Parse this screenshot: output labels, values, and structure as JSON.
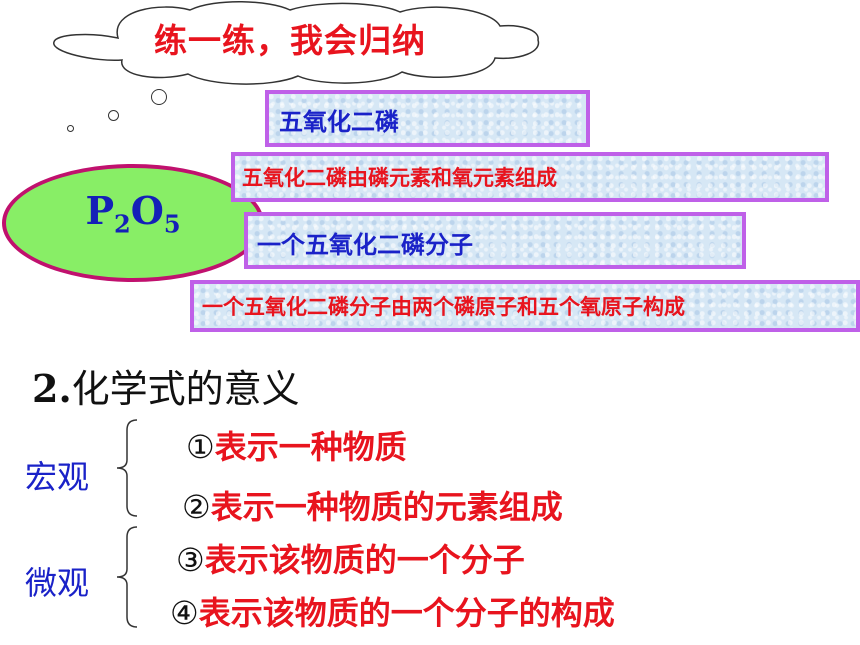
{
  "cloud": {
    "text": "练一练，我会归纳"
  },
  "formula": {
    "base1": "P",
    "sub1": "2",
    "base2": "O",
    "sub2": "5"
  },
  "boxes": [
    {
      "text": "五氧化二磷"
    },
    {
      "text": "五氧化二磷由磷元素和氧元素组成"
    },
    {
      "text": "一个五氧化二磷分子"
    },
    {
      "text": "一个五氧化二磷分子由两个磷原子和五个氧原子构成"
    }
  ],
  "section": {
    "number": "2.",
    "title": "化学式的意义"
  },
  "groups": [
    {
      "label": "宏观",
      "items": [
        {
          "num": "①",
          "text": "表示一种物质"
        },
        {
          "num": "②",
          "text": "表示一种物质的元素组成"
        }
      ]
    },
    {
      "label": "微观",
      "items": [
        {
          "num": "③",
          "text": "表示该物质的一个分子"
        },
        {
          "num": "④",
          "text": "表示该物质的一个分子的构成"
        }
      ]
    }
  ],
  "colors": {
    "red": "#e8141e",
    "blue": "#1a22c8",
    "box_border": "#bf60e8",
    "ellipse_fill": "#88ee66",
    "ellipse_border": "#c0116e"
  }
}
